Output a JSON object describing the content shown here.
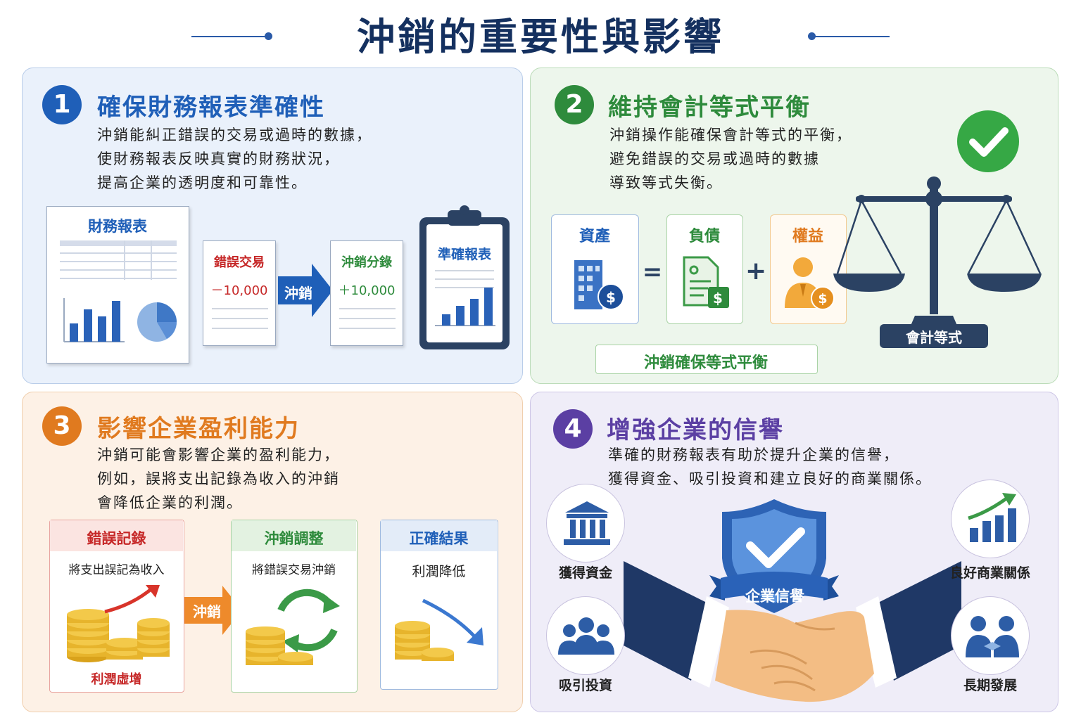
{
  "title": "沖銷的重要性與影響",
  "colors": {
    "navy": "#14305f",
    "blue": "#1f5fb8",
    "green": "#2e8b3c",
    "orange": "#e07a1f",
    "purple": "#5b3fa3",
    "red": "#c62828"
  },
  "panel1": {
    "number": "1",
    "title": "確保財務報表準確性",
    "desc": [
      "沖銷能糾正錯誤的交易或過時的數據，",
      "使財務報表反映真實的財務狀況，",
      "提高企業的透明度和可靠性。"
    ],
    "report_title": "財務報表",
    "wrong_label": "錯誤交易",
    "wrong_value": "－10,000",
    "arrow_label": "沖銷",
    "entry_label": "沖銷分錄",
    "entry_value": "＋10,000",
    "accurate_label": "準確報表"
  },
  "panel2": {
    "number": "2",
    "title": "維持會計等式平衡",
    "desc": [
      "沖銷操作能確保會計等式的平衡，",
      "避免錯誤的交易或過時的數據",
      "導致等式失衡。"
    ],
    "assets": "資產",
    "equals": "=",
    "liabilities": "負債",
    "plus": "+",
    "equity": "權益",
    "dollar": "$",
    "balance_note": "沖銷確保等式平衡",
    "scale_label": "會計等式"
  },
  "panel3": {
    "number": "3",
    "title": "影響企業盈利能力",
    "desc": [
      "沖銷可能會影響企業的盈利能力，",
      "例如，誤將支出記錄為收入的沖銷",
      "會降低企業的利潤。"
    ],
    "card1_title": "錯誤記錄",
    "card1_text": "將支出誤記為收入",
    "card1_foot": "利潤虛增",
    "arrow_label": "沖銷",
    "card2_title": "沖銷調整",
    "card2_text": "將錯誤交易沖銷",
    "card3_title": "正確結果",
    "card3_text": "利潤降低"
  },
  "panel4": {
    "number": "4",
    "title": "增強企業的信譽",
    "desc": [
      "準確的財務報表有助於提升企業的信譽，",
      "獲得資金、吸引投資和建立良好的商業關係。"
    ],
    "item_funding": "獲得資金",
    "item_invest": "吸引投資",
    "item_relations": "良好商業關係",
    "item_growth": "長期發展",
    "shield_label": "企業信譽"
  }
}
